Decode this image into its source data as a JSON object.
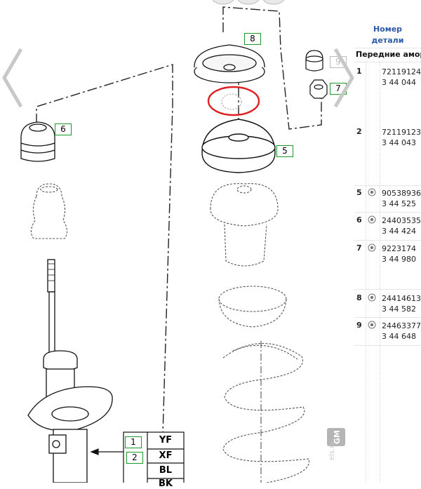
{
  "callouts": {
    "c1": "1",
    "c2": "2",
    "c5": "5",
    "c6": "6",
    "c7": "7",
    "c8": "8",
    "c9": "9"
  },
  "legend_table": [
    "YF",
    "XF",
    "BL",
    "BK"
  ],
  "side_panel": {
    "header_line1": "Номер",
    "header_line2": "детали",
    "group_label": "Передние аморт",
    "rows": [
      {
        "num": "1",
        "code1": "72119124",
        "code2": "3 44 044"
      },
      {
        "num": "2",
        "code1": "72119123",
        "code2": "3 44 043"
      },
      {
        "num": "5",
        "code1": "90538936",
        "code2": "3 44 525"
      },
      {
        "num": "6",
        "code1": "24403535",
        "code2": "3 44 424"
      },
      {
        "num": "7",
        "code1": "9223174",
        "code2": "3 44 980"
      },
      {
        "num": "8",
        "code1": "24414613",
        "code2": "3 44 582"
      },
      {
        "num": "9",
        "code1": "24463377",
        "code2": "3 44 648"
      }
    ]
  },
  "watermark": {
    "brand": "GM",
    "site": "els.ru"
  },
  "colors": {
    "callout_border": "#1a9a2a",
    "highlight": "#e02020",
    "link": "#2a5aa8"
  }
}
